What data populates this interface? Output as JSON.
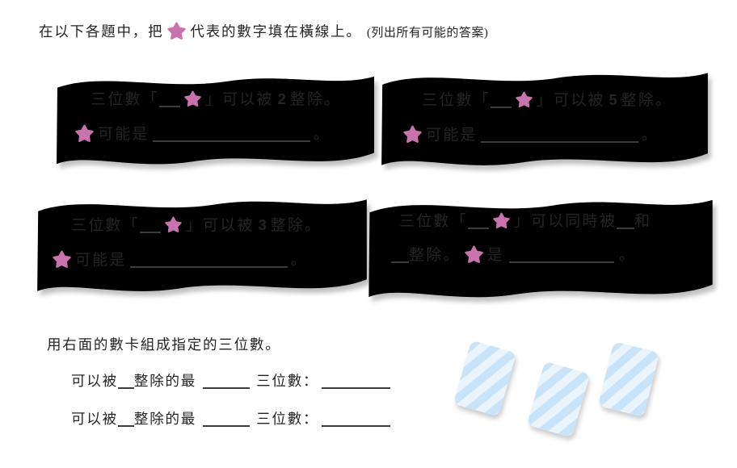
{
  "colors": {
    "star": "#c973ae",
    "pink": "#f6e6f0",
    "green": "#dceee7",
    "orange": "#fcefda",
    "blue": "#dcedf9",
    "stripeA": "#c9e3f8",
    "stripeB": "#e9f4fc",
    "text": "#242424"
  },
  "header": {
    "pre": "在以下各題中，把",
    "post": "代表的數字填在橫線上。",
    "note": "(列出所有可能的答案)"
  },
  "boxes": [
    {
      "l1a": "三位數「",
      "l1b": "」可以被",
      "num": "2",
      "l1c": "整除。",
      "l2a": "可能是",
      "l2b": "。"
    },
    {
      "l1a": "三位數「",
      "l1b": "」可以被",
      "num": "5",
      "l1c": "整除。",
      "l2a": "可能是",
      "l2b": "。"
    },
    {
      "l1a": "三位數「",
      "l1b": "」可以被",
      "num": "3",
      "l1c": "整除。",
      "l2a": "可能是",
      "l2b": "。"
    },
    {
      "l1a": "三位數「",
      "l1b": "」可以同時被",
      "l1c": "和",
      "l2a": "整除。",
      "l2b": "是",
      "l2c": "。"
    }
  ],
  "section2": {
    "instruction": "用右面的數卡組成指定的三位數。",
    "lines": [
      {
        "a": "可以被",
        "b": "整除的最",
        "c": "三位數："
      },
      {
        "a": "可以被",
        "b": "整除的最",
        "c": "三位數："
      }
    ]
  }
}
